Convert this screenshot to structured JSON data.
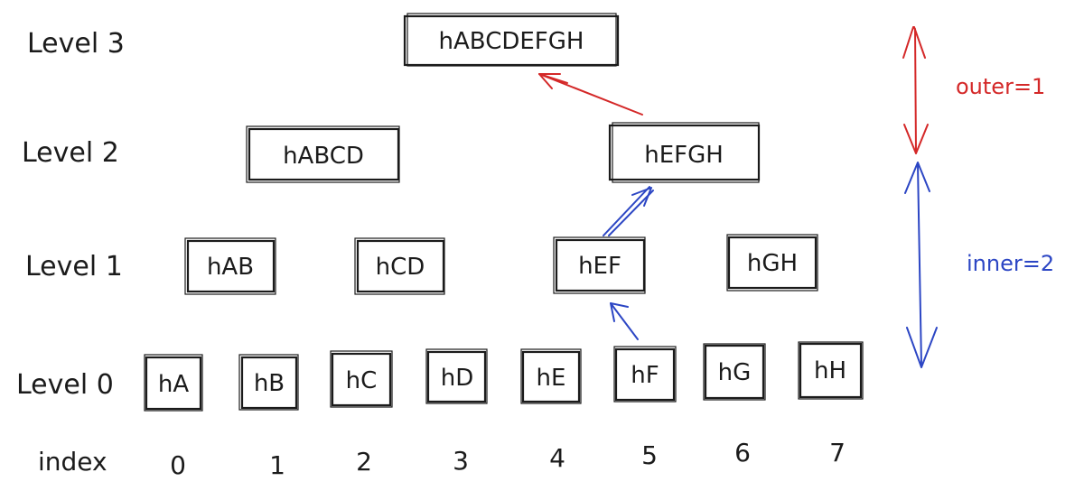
{
  "levels": [
    {
      "label": "Level 3"
    },
    {
      "label": "Level 2"
    },
    {
      "label": "Level 1"
    },
    {
      "label": "Level 0"
    }
  ],
  "nodes": {
    "level3": [
      "hABCDEFGH"
    ],
    "level2": [
      "hABCD",
      "hEFGH"
    ],
    "level1": [
      "hAB",
      "hCD",
      "hEF",
      "hGH"
    ],
    "level0": [
      "hA",
      "hB",
      "hC",
      "hD",
      "hE",
      "hF",
      "hG",
      "hH"
    ]
  },
  "index_row": {
    "label": "index",
    "values": [
      "0",
      "1",
      "2",
      "3",
      "4",
      "5",
      "6",
      "7"
    ]
  },
  "legend": {
    "outer": "outer=1",
    "inner": "inner=2",
    "outer_color": "#d42828",
    "inner_color": "#2c46c4"
  }
}
